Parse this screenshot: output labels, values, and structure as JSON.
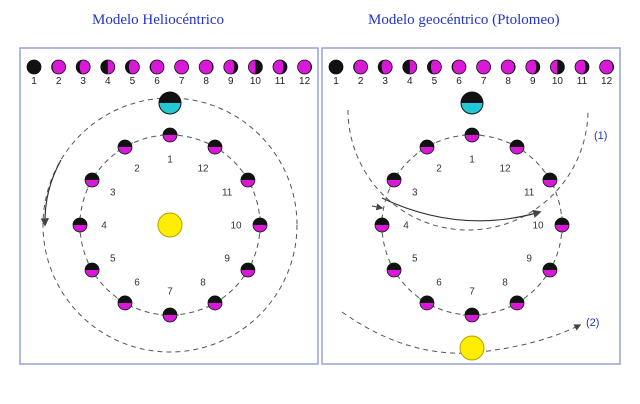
{
  "titles": {
    "left": "Modelo Heliocéntrico",
    "right": "Modelo geocéntrico (Ptolomeo)"
  },
  "phase_numbers": [
    "1",
    "2",
    "3",
    "4",
    "5",
    "6",
    "7",
    "8",
    "9",
    "10",
    "11",
    "12"
  ],
  "orbit_numbers": [
    "1",
    "2",
    "3",
    "4",
    "5",
    "6",
    "7",
    "8",
    "9",
    "10",
    "11",
    "12"
  ],
  "right_labels": {
    "one": "(1)",
    "two": "(2)"
  },
  "colors": {
    "title": "#2233cc",
    "magenta": "#d81ad8",
    "cyan": "#22c7d8",
    "sun": "#ffee00",
    "frame": "#9aa9d6",
    "green": "#33cc33"
  },
  "icons": [
    "moon-phase-icon",
    "earth-icon",
    "sun-icon"
  ]
}
